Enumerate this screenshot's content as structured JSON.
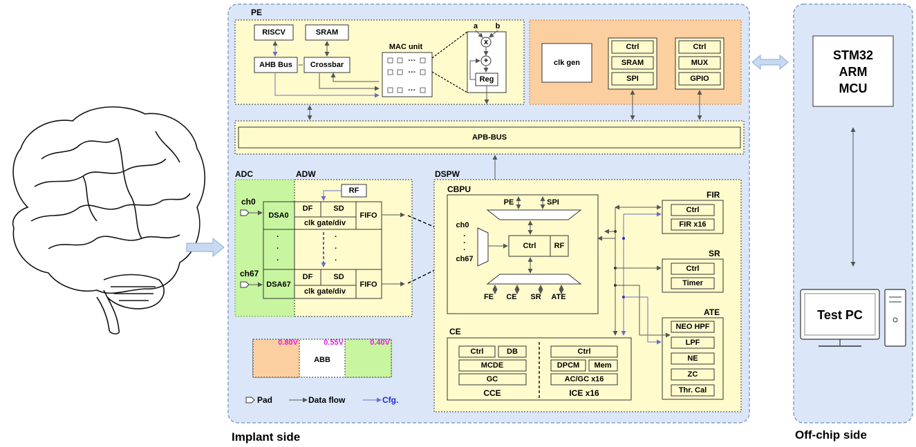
{
  "sides": {
    "implant": "Implant side",
    "offchip": "Off-chip side"
  },
  "pe": {
    "title": "PE",
    "riscv": "RISCV",
    "sram": "SRAM",
    "ahb": "AHB Bus",
    "crossbar": "Crossbar",
    "mac": "MAC unit",
    "a": "a",
    "b": "b",
    "mul": "x",
    "add": "+",
    "reg": "Reg",
    "dots": "···"
  },
  "peri": {
    "clkgen": "clk gen",
    "g1": [
      "Ctrl",
      "SRAM",
      "SPI"
    ],
    "g2": [
      "Ctrl",
      "MUX",
      "GPIO"
    ]
  },
  "apb": "APB-BUS",
  "adc": {
    "title": "ADC",
    "ch0": "ch0",
    "ch67": "ch67",
    "dsa0": "DSA0",
    "dsa67": "DSA67",
    "dots": "·"
  },
  "adw": {
    "title": "ADW",
    "rf": "RF",
    "df": "DF",
    "sd": "SD",
    "clk": "clk gate/div",
    "fifo": "FIFO"
  },
  "dspw": {
    "title": "DSPW",
    "cbpu": "CBPU",
    "pe": "PE",
    "spi": "SPI",
    "ctrl": "Ctrl",
    "rf": "RF",
    "ch0": "ch0",
    "ch67": "ch67",
    "fe": "FE",
    "ce": "CE",
    "sr": "SR",
    "ate": "ATE"
  },
  "ce": {
    "title": "CE",
    "ctrl": "Ctrl",
    "db": "DB",
    "mcde": "MCDE",
    "gc": "GC",
    "cce": "CCE",
    "ctrl2": "Ctrl",
    "dpcm": "DPCM",
    "mem": "Mem",
    "acgc": "AC/GC x16",
    "ice": "ICE x16"
  },
  "fir": {
    "title": "FIR",
    "items": [
      "Ctrl",
      "FIR x16"
    ]
  },
  "sr": {
    "title": "SR",
    "items": [
      "Ctrl",
      "Timer"
    ]
  },
  "ate": {
    "title": "ATE",
    "items": [
      "NEO HPF",
      "LPF",
      "NE",
      "ZC",
      "Thr. Cal"
    ]
  },
  "abb": {
    "label": "ABB",
    "v1": "0.80V",
    "v2": "0.55V",
    "v3": "0.40V"
  },
  "legend": {
    "pad": "Pad",
    "flow": "Data flow",
    "cfg": "Cfg."
  },
  "offchip": {
    "mcu": [
      "STM32",
      "ARM",
      "MCU"
    ],
    "pc": "Test PC"
  },
  "colors": {
    "bg": "#dbe7f8",
    "yellow": "#fffbcc",
    "orange": "#fbcf9f",
    "green": "#c8f5a0",
    "cfg": "#1d2bd4",
    "volt": "#e020e0"
  }
}
